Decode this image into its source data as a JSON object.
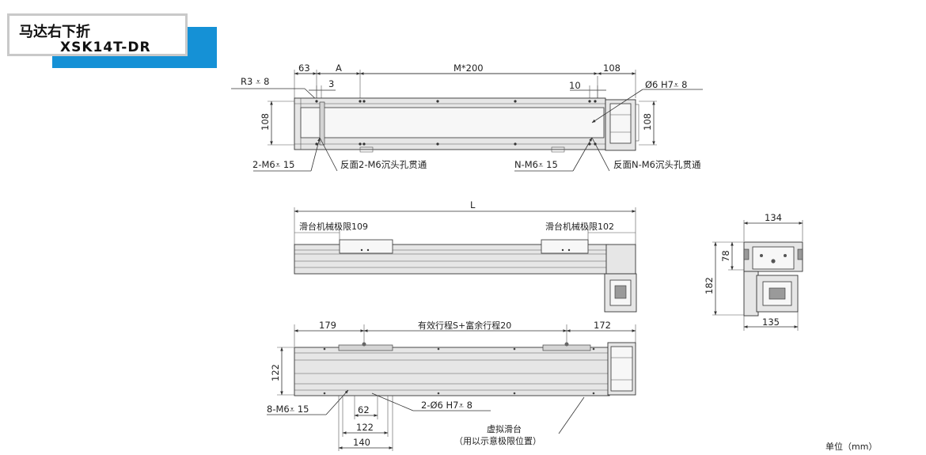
{
  "title": {
    "cn": "马达右下折",
    "model": "XSK14T-DR"
  },
  "top_view": {
    "dim_63": "63",
    "dim_A": "A",
    "dim_pitch": "M*200",
    "dim_108_right": "108",
    "dim_3": "3",
    "dim_10": "10",
    "dim_108_left_v": "108",
    "dim_108_right_v": "108",
    "r3": "R3 ⩡ 8",
    "pin_hole": "Ø6 H7⩡ 8",
    "tap_left": "2-M6⩡ 15",
    "back_left": "反面2-M6沉头孔贯通",
    "tap_right": "N-M6⩡ 15",
    "back_right": "反面N-M6沉头孔贯通"
  },
  "side_view": {
    "dim_L": "L",
    "stop_left": "滑台机械极限109",
    "stop_right": "滑台机械极限102"
  },
  "end_view": {
    "dim_134": "134",
    "dim_78": "78",
    "dim_182": "182",
    "dim_135": "135"
  },
  "bottom_view": {
    "dim_179": "179",
    "dim_stroke": "有效行程S+富余行程20",
    "dim_172": "172",
    "dim_122_v": "122",
    "tap": "8-M6⩡ 15",
    "dim_62": "62",
    "dim_122_h": "122",
    "dim_140": "140",
    "pin": "2-Ø6 H7⩡ 8",
    "virtual": "虚拟滑台",
    "virtual_note": "（用以示意极限位置）"
  },
  "unit": "单位（mm）"
}
